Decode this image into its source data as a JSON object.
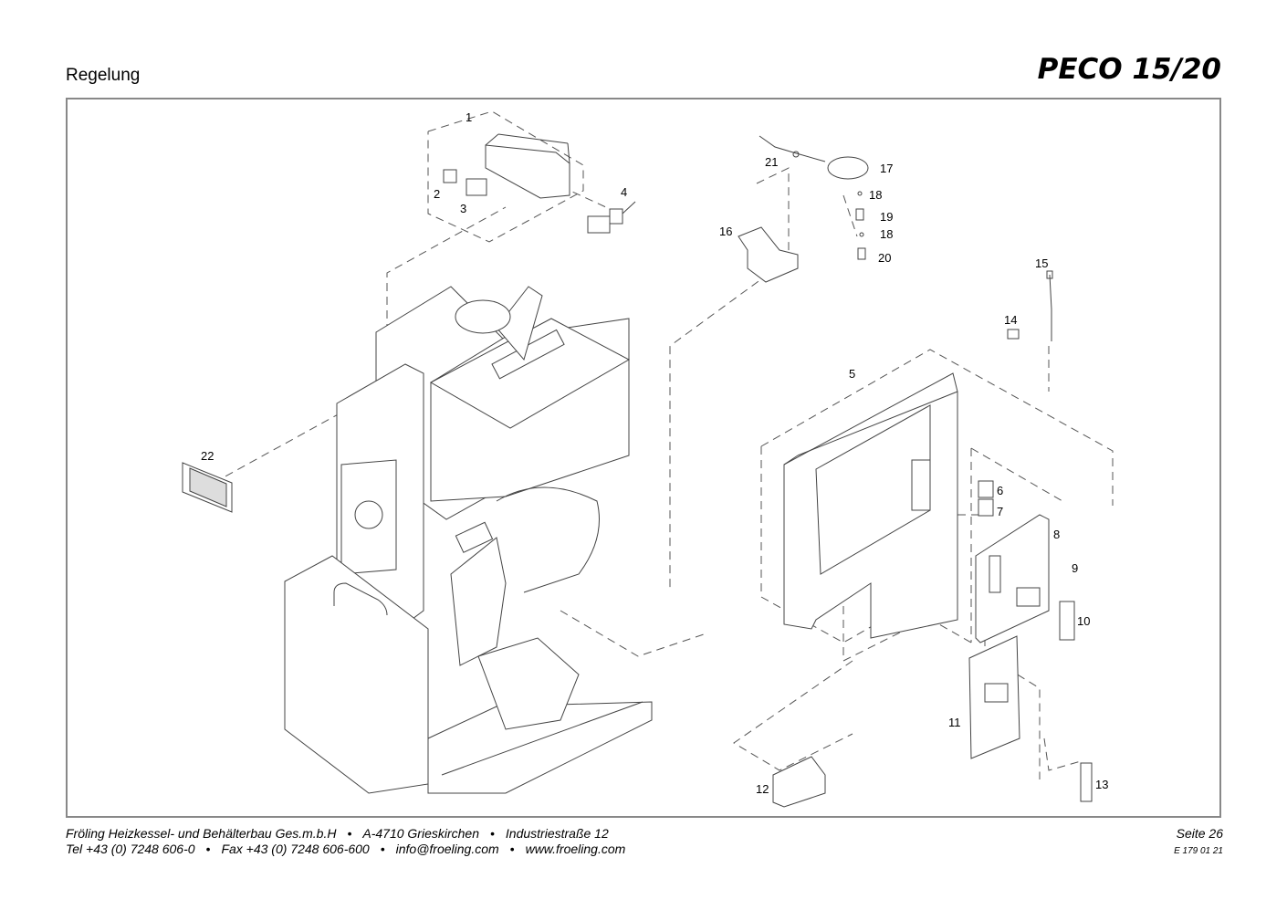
{
  "header": {
    "section": "Regelung",
    "model": "PECO 15/20"
  },
  "diagram": {
    "callouts": [
      "1",
      "2",
      "3",
      "4",
      "5",
      "6",
      "7",
      "8",
      "9",
      "10",
      "11",
      "12",
      "13",
      "14",
      "15",
      "16",
      "17",
      "18",
      "18",
      "19",
      "20",
      "21",
      "22"
    ]
  },
  "footer": {
    "company": "Fröling Heizkessel- und Behälterbau Ges.m.b.H",
    "address_city": "A-4710 Grieskirchen",
    "address_street": "Industriestraße 12",
    "phone": "Tel +43 (0) 7248 606-0",
    "fax": "Fax +43 (0) 7248 606-600",
    "email": "info@froeling.com",
    "web": "www.froeling.com",
    "bullet": "•",
    "page": "Seite 26",
    "doc_number": "E 179 01 21"
  }
}
